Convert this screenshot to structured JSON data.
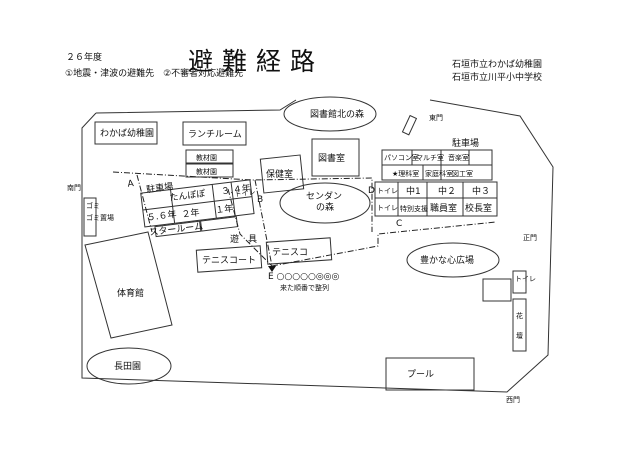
{
  "header": {
    "year": "２６年度",
    "purpose": "①地震・津波の避難先　②不審者対応避難先",
    "title": "避難経路",
    "school1": "石垣市立わかば幼稚園",
    "school2": "石垣市立川平小中学校"
  },
  "labels": {
    "library_forest": "図書館北の森",
    "east_gate": "東門",
    "kindergarten": "わかば幼稚園",
    "lunchroom": "ランチルーム",
    "material_room1": "教材園",
    "material_room2": "教材園",
    "library": "図書室",
    "parking_north": "駐車場",
    "computer_room": "パソコン室",
    "multi_room": "マルチ室",
    "music_room": "音楽室",
    "science_room": "★理科室",
    "home_ec_room": "家庭科室",
    "art_room": "図工室",
    "point_d": "D",
    "toilet_d": "トイレ",
    "jh1": "中1",
    "jh2": "中２",
    "jh3": "中３",
    "toilet_c": "トイレ",
    "special_support": "特別支援",
    "staff_room": "職員室",
    "principal_room": "校長室",
    "point_c": "C",
    "point_a": "A",
    "parking_west": "駐車場",
    "tanpopo": "たんぽぽ",
    "grade34": "３.４年",
    "grade56": "５.６年",
    "toilet_w": "トイレ",
    "grade2": "２年",
    "grade1": "１年",
    "star_room": "スタールーム",
    "point_b": "B",
    "health_room": "保健室",
    "sendan_forest1": "センダン",
    "sendan_forest2": "の森",
    "south_gate": "南門",
    "garbage": "ゴミ置場",
    "playground": "遊　具",
    "tennis1": "テニスコート",
    "tennis2": "テニスコ",
    "assembly_point": "E ○○○○○◎◎◎",
    "line_up_note": "来た順番で整列",
    "yutaka_square": "豊かな心広場",
    "front_gate": "正門",
    "gym": "体育館",
    "toilet_e": "トイレ",
    "flowerbed1": "花",
    "flowerbed2": "壇",
    "nagata_garden": "長田園",
    "pool": "プール",
    "west_gate": "西門"
  }
}
